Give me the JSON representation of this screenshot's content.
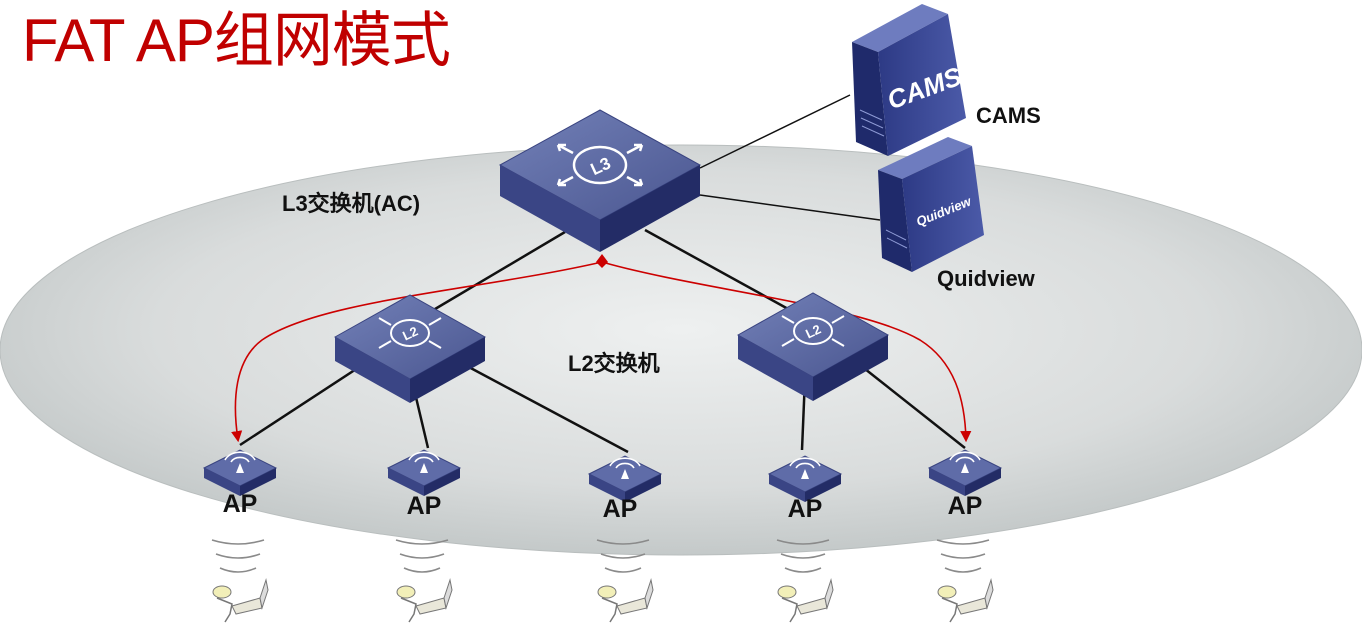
{
  "title": "FAT AP组网模式",
  "nodes": {
    "l3_switch": {
      "label": "L3交换机(AC)",
      "icon_text": "L3",
      "icon": "l3-switch-icon"
    },
    "l2_switch": {
      "label": "L2交换机",
      "icon_text": "L2",
      "icon": "l2-switch-icon"
    },
    "cams": {
      "label": "CAMS",
      "server_text": "CAMS",
      "icon": "server-icon"
    },
    "quidview": {
      "label": "Quidview",
      "server_text": "Quidview",
      "icon": "server-icon"
    },
    "aps": [
      {
        "label": "AP"
      },
      {
        "label": "AP"
      },
      {
        "label": "AP"
      },
      {
        "label": "AP"
      },
      {
        "label": "AP"
      }
    ]
  },
  "colors": {
    "title": "#c00000",
    "device_top": "#5a679f",
    "device_side": "#2a3370",
    "ellipse": "#d2d6d6",
    "arrow": "#cc0000",
    "link": "#111111"
  }
}
